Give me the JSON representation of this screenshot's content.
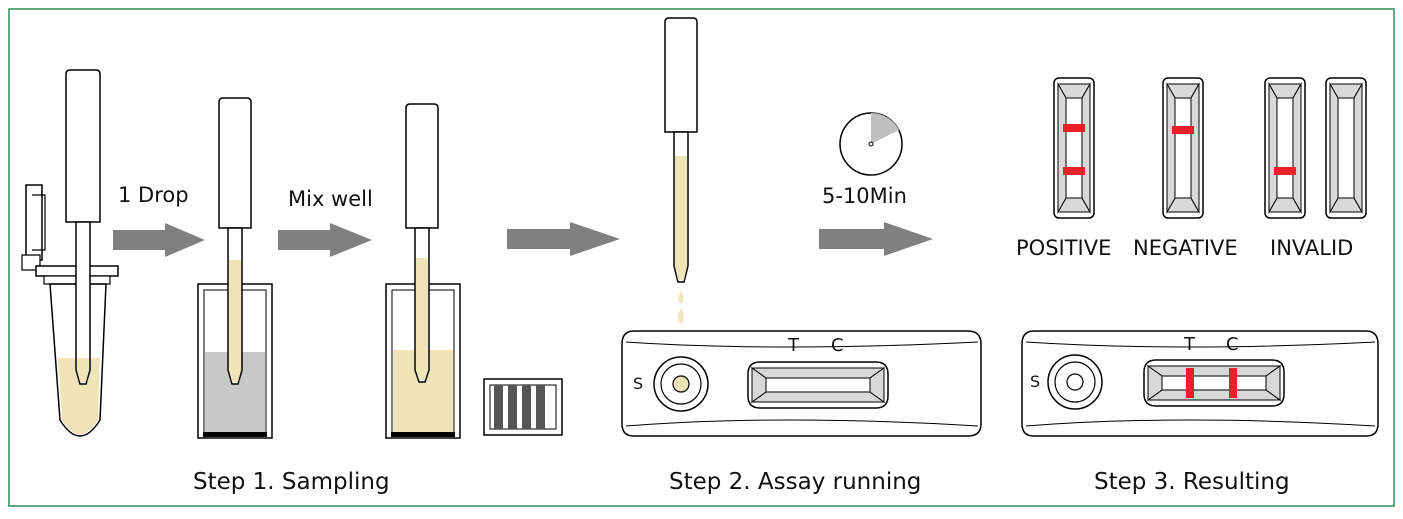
{
  "sampling": {
    "drop_label": "1 Drop",
    "mix_label": "Mix well",
    "step_label": "Step 1. Sampling"
  },
  "assay": {
    "time_label": "5-10Min",
    "step_label": "Step 2. Assay running",
    "sample_well_label": "S",
    "test_line_label": "T",
    "control_line_label": "C"
  },
  "results": {
    "positive_label": "POSITIVE",
    "negative_label": "NEGATIVE",
    "invalid_label": "INVALID",
    "step_label": "Step 3. Resulting",
    "sample_well_label": "S",
    "test_line_label": "T",
    "control_line_label": "C"
  },
  "colors": {
    "frame": "#2e8b57",
    "sample_liquid": "#efe3b8",
    "arrow": "#808080",
    "result_line": "#e8202a",
    "buffer_gray": "#c8c8c8"
  }
}
